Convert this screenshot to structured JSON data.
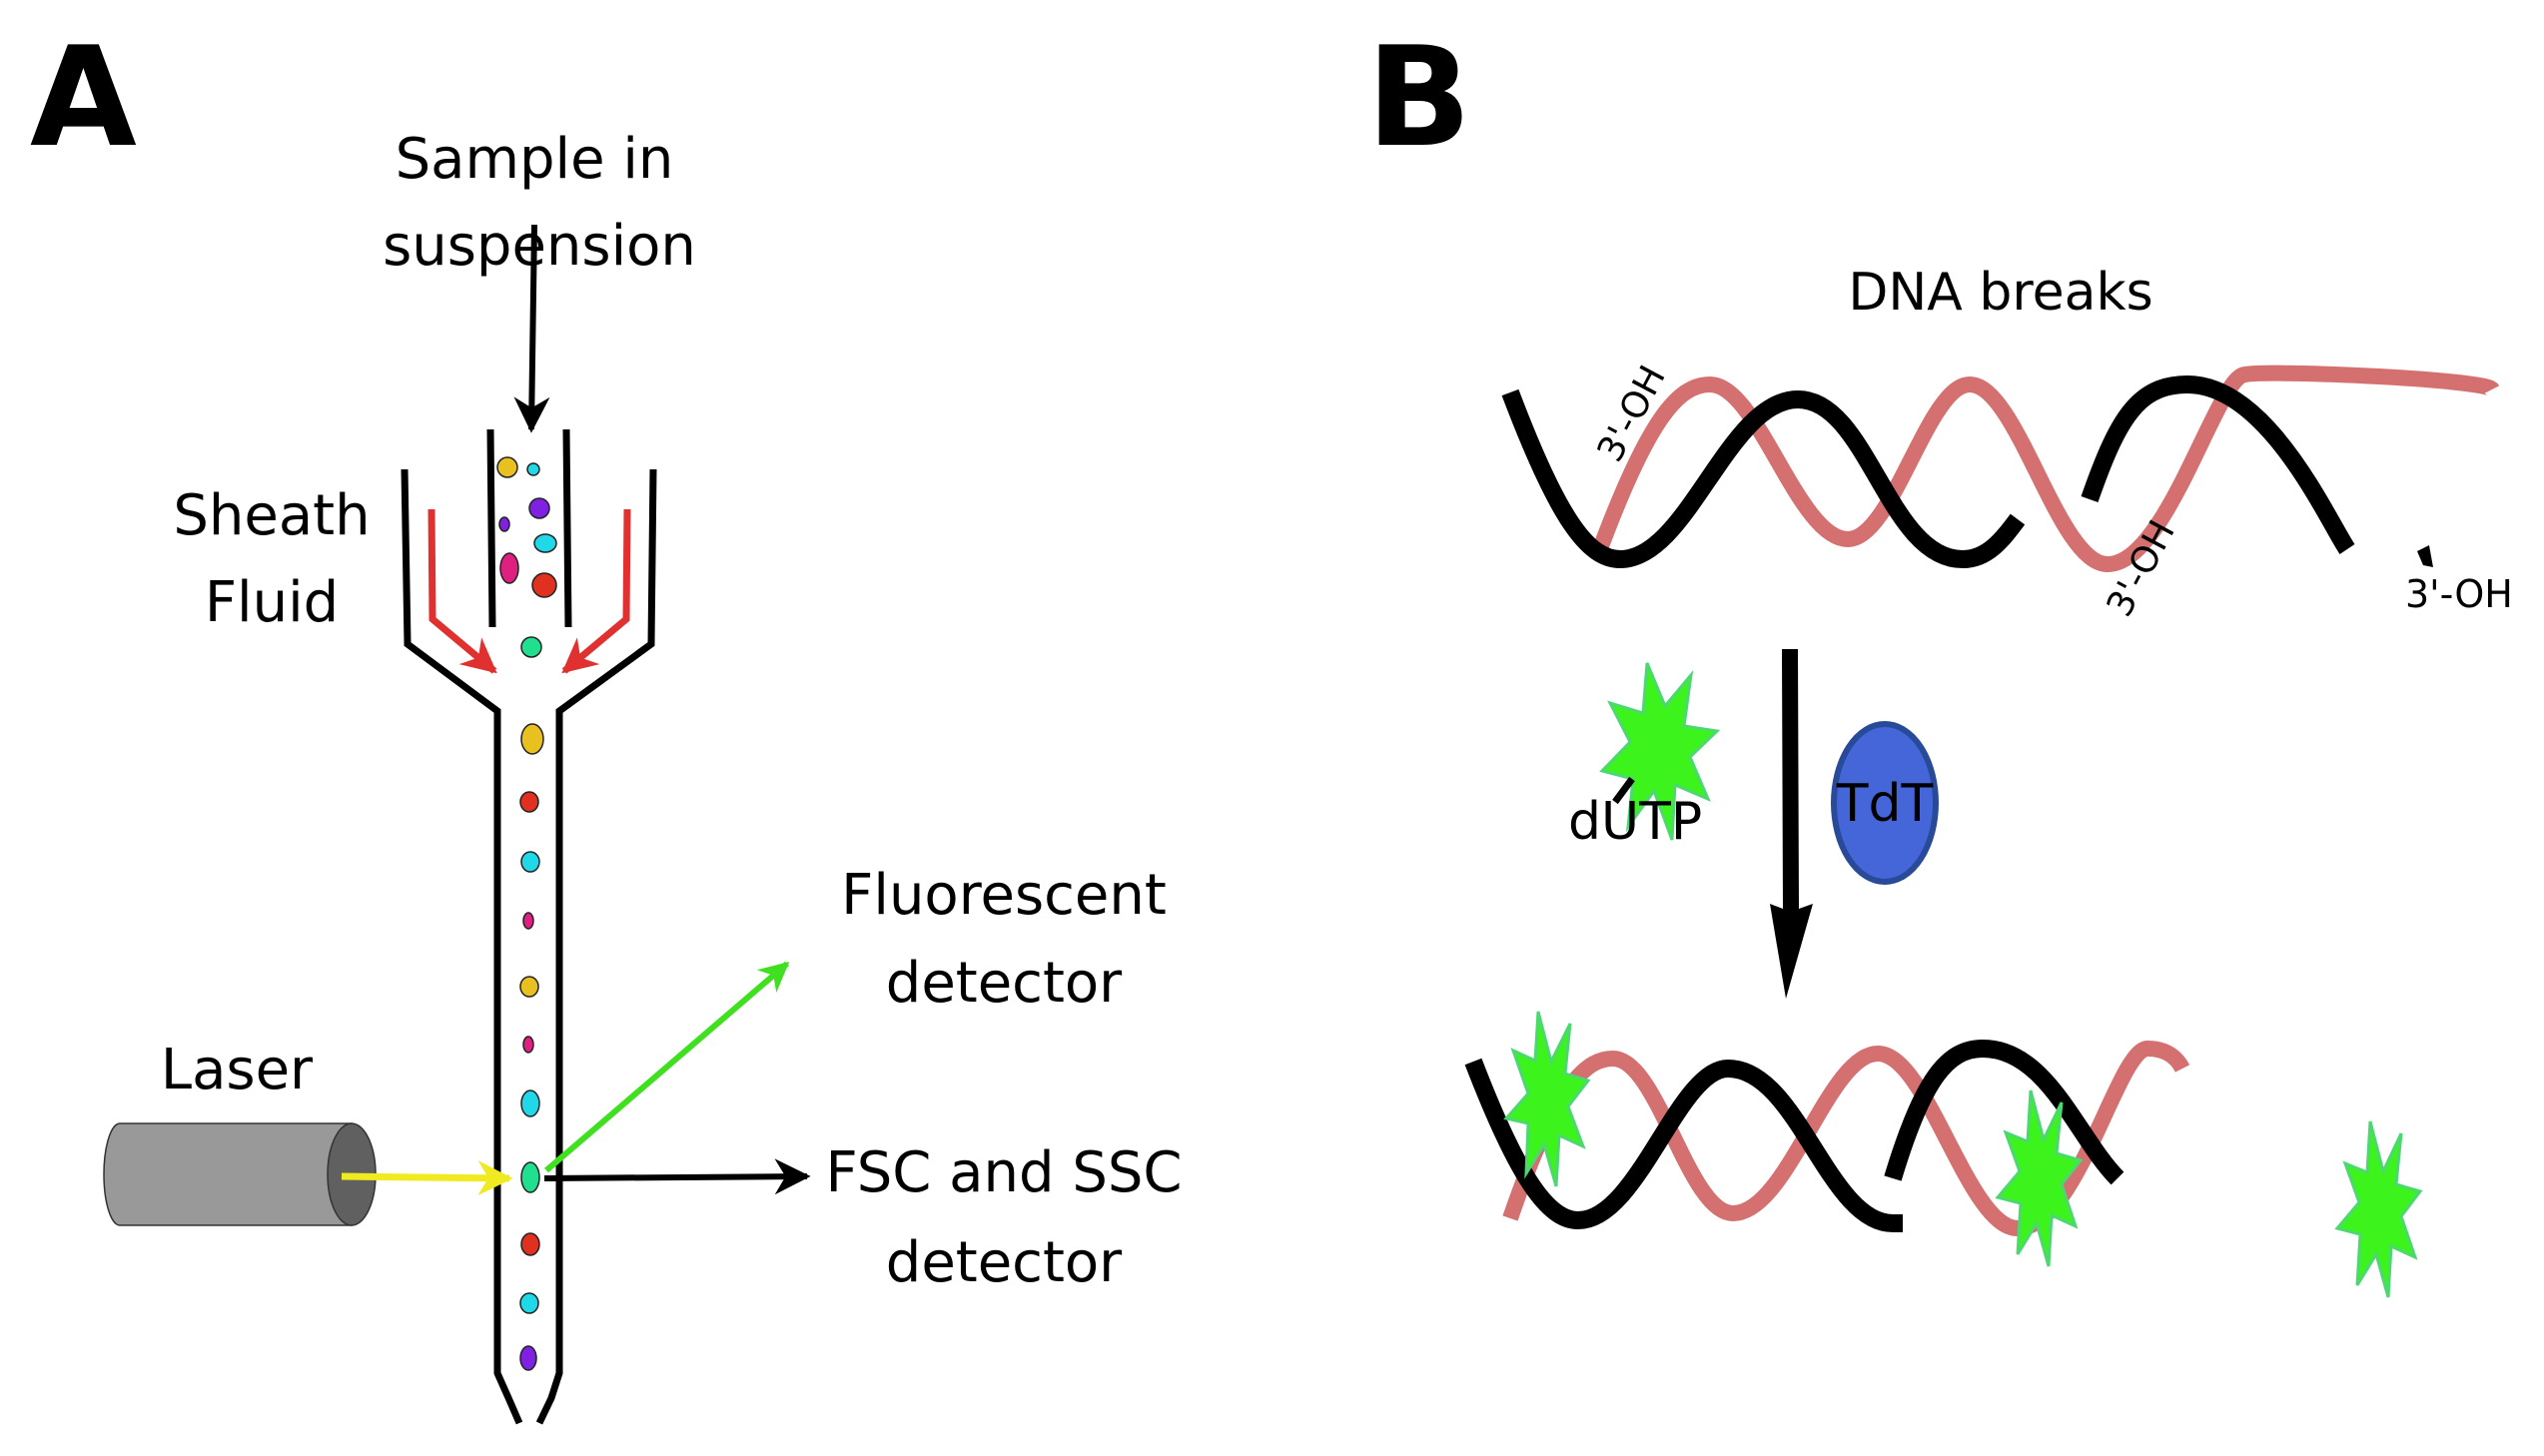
{
  "panels": {
    "a": {
      "letter": "A",
      "sample_label_line1": "Sample in",
      "sample_label_line2": "suspension",
      "sheath_label_line1": "Sheath",
      "sheath_label_line2": "Fluid",
      "laser_label": "Laser",
      "fluorescent_label_line1": "Fluorescent",
      "fluorescent_label_line2": "detector",
      "scatter_label_line1": "FSC and SSC",
      "scatter_label_line2": "detector"
    },
    "b": {
      "letter": "B",
      "title": "DNA breaks",
      "oh_labels": [
        "3'-OH",
        "3'-OH",
        "3'-OH"
      ],
      "dutp_label": "dUTP",
      "enzyme_label": "TdT"
    }
  },
  "colors": {
    "strand_dark": "#000000",
    "strand_light": "#d47070",
    "sheath_arrow": "#e03030",
    "laser_beam": "#f0ea20",
    "fluorescence_arrow": "#40e020",
    "label_star": "#3cf41c",
    "label_star_outline": "#4cd870",
    "enzyme_fill": "#4466d8",
    "enzyme_outline": "#284a98",
    "laser_body": "#999999",
    "laser_face": "#606060",
    "cell_colors": {
      "yellow": "#e8c020",
      "cyan": "#20d8e8",
      "purple": "#8020e0",
      "magenta": "#e02080",
      "red": "#e03020",
      "green": "#20e090"
    }
  }
}
